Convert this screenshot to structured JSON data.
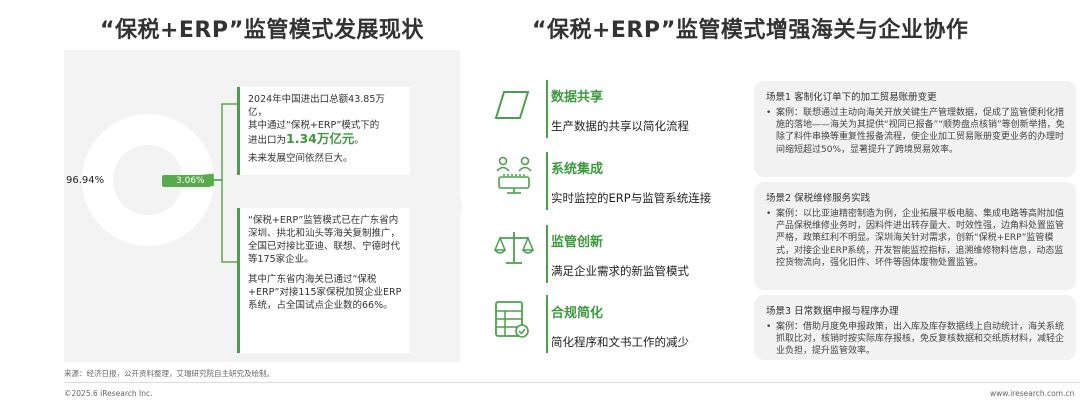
{
  "left_title": "“保税+ERP”监管模式发展现状",
  "right_title": "“保税+ERP”监管模式增强海关与企业协作",
  "donut": {
    "major_label": "96.94%",
    "minor_label": "3.06%",
    "major_value": 96.94,
    "minor_value": 3.06,
    "major_color": "#ffffff",
    "minor_color": "#57ab4d"
  },
  "note_top": {
    "line1": "2024年中国进出口总额43.85万亿，",
    "line2": "其中通过“保税+ERP”模式下的",
    "line3_prefix": "进出口为",
    "line3_highlight": "1.34万亿元",
    "line3_suffix": "。",
    "line4": "未来发展空间依然巨大。"
  },
  "note_bottom": {
    "para1": "“保税+ERP”监管模式已在广东省内深圳、拱北和汕头等海关复制推广，全国已对接比亚迪、联想、宁德时代等175家企业。",
    "para2": "其中广东省内海关已通过“保税+ERP”对接115家保税加贸企业ERP系统，占全国试点企业数的66%。"
  },
  "features": [
    {
      "title": "数据共享",
      "desc": "生产数据的共享以简化流程",
      "icon": "parallelogram-icon"
    },
    {
      "title": "系统集成",
      "desc": "实时监控的ERP与监管系统连接",
      "icon": "network-users-icon"
    },
    {
      "title": "监管创新",
      "desc": "满足企业需求的新监管模式",
      "icon": "scale-icon"
    },
    {
      "title": "合规简化",
      "desc": "简化程序和文书工作的减少",
      "icon": "document-grid-icon"
    }
  ],
  "cases": [
    {
      "title": "场景1 客制化订单下的加工贸易账册变更",
      "body": "案例：联想通过主动向海关开放关键生产管理数据，促成了监管便利化措施的落地——海关为其提供“视同已报备”“顺势盘点核销”等创新举措，免除了料件串换等重复性报备流程，使企业加工贸易账册变更业务的办理时间缩短超过50%，显著提升了跨境贸易效率。"
    },
    {
      "title": "场景2 保税维修服务实践",
      "body": "案例：以比亚迪精密制造为例，企业拓展平板电脑、集成电路等高附加值产品保税维修业务时，因料件进出转存量大、时效性强，边角料处置监管严格，政策红利不明显。深圳海关针对需求，创新“保税+ERP”监管模式，对接企业ERP系统，开发智能监控指标，追溯维修物料信息，动态监控货物流向，强化旧件、坏件等固体废物处置监管。"
    },
    {
      "title": "场景3 日常数据申报与程序办理",
      "body": "案例：借助月度免申报政策，出入库及库存数据线上自动统计，海关系统抓取比对，核销时按实际库存报核，免反复核数据和交纸质材料，减轻企业负担，提升监管效率。"
    }
  ],
  "source": "来源：经济日报，公开资料整理，艾瑞研究院自主研究及绘制。",
  "copyright": "©2025.6 iResearch Inc.",
  "website": "www.iresearch.com.cn"
}
